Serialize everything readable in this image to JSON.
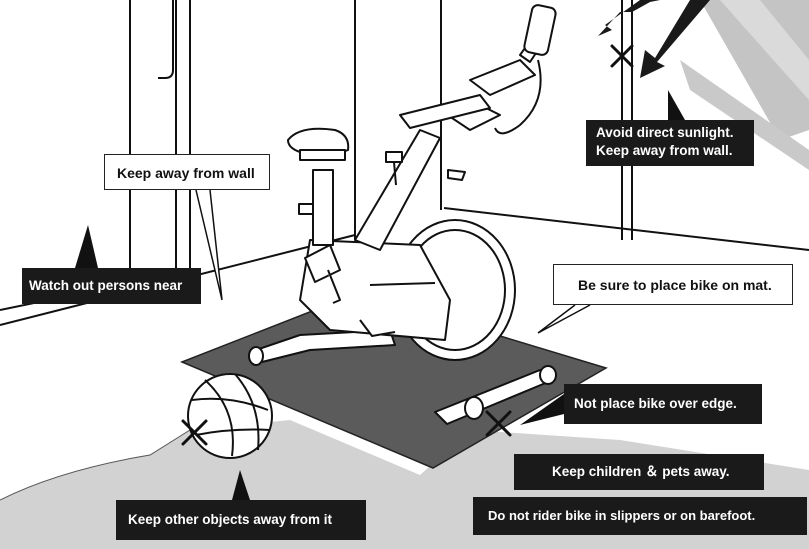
{
  "callouts": {
    "keep_away_wall": "Keep away from wall",
    "sunlight_line1": "Avoid direct sunlight.",
    "sunlight_line2": "Keep away from wall.",
    "watch_persons": "Watch out persons near",
    "place_on_mat": "Be sure to place bike on mat.",
    "not_over_edge": "Not place bike over edge.",
    "children_pets": "Keep children ＆ pets away.",
    "no_slippers": "Do not rider bike in slippers or on barefoot.",
    "other_objects": "Keep other objects away from it"
  },
  "colors": {
    "ink": "#1a1a1a",
    "mat": "#5b5b5b",
    "floor": "#cfcfcf",
    "sunlight": "#c7c7c7"
  },
  "icons": {
    "warning_mark": "x-mark-icon",
    "sunlight": "sunlight-rays-icon"
  }
}
